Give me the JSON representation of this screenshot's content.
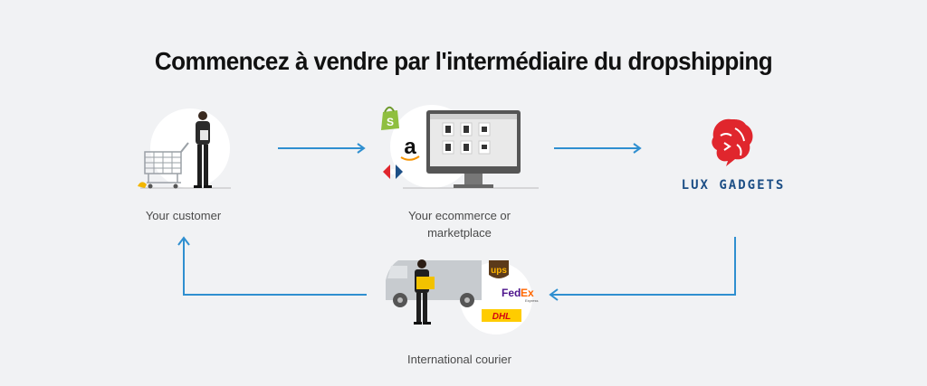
{
  "title": "Commencez à vendre par l'intermédiaire du dropshipping",
  "nodes": {
    "customer": {
      "label": "Your customer"
    },
    "store": {
      "label_line1": "Your ecommerce or",
      "label_line2": "marketplace"
    },
    "supplier": {
      "brand": "LUX GADGETS"
    },
    "courier": {
      "label": "International courier"
    }
  },
  "logos": {
    "amazon": "a",
    "ups": "ups",
    "fedex_fed": "Fed",
    "fedex_ex": "Ex",
    "fedex_sub": "Express",
    "dhl": "DHL"
  },
  "colors": {
    "arrow": "#2f8fd0",
    "brand_red": "#e0262d",
    "brand_blue": "#1d4f86",
    "shopify": "#8fbf3f",
    "ups_brown": "#5b3a1a",
    "dhl_yellow": "#ffcc00"
  }
}
